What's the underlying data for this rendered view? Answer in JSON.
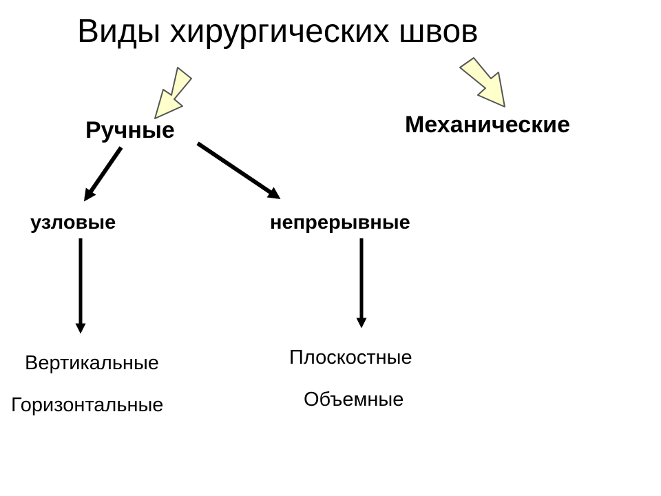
{
  "diagram": {
    "title": "Виды хирургических швов",
    "nodes": {
      "manual": "Ручные",
      "mechanical": "Механические",
      "interrupted": "узловые",
      "continuous": "непрерывные",
      "interrupted_children": [
        "Вертикальные",
        "Горизонтальные"
      ],
      "continuous_children": [
        "Плоскостные",
        "Объемные"
      ]
    },
    "edges": [
      {
        "from": "title",
        "to": "manual",
        "style": "hollow-block"
      },
      {
        "from": "title",
        "to": "mechanical",
        "style": "hollow-block"
      },
      {
        "from": "manual",
        "to": "interrupted",
        "style": "line"
      },
      {
        "from": "manual",
        "to": "continuous",
        "style": "line"
      },
      {
        "from": "interrupted",
        "to": "interrupted_children",
        "style": "line"
      },
      {
        "from": "continuous",
        "to": "continuous_children",
        "style": "line"
      }
    ],
    "colors": {
      "block_arrow_fill": "#FFFFCC",
      "block_arrow_stroke": "#555555",
      "line_arrow": "#000000",
      "text": "#000000",
      "background": "#FFFFFF"
    }
  }
}
